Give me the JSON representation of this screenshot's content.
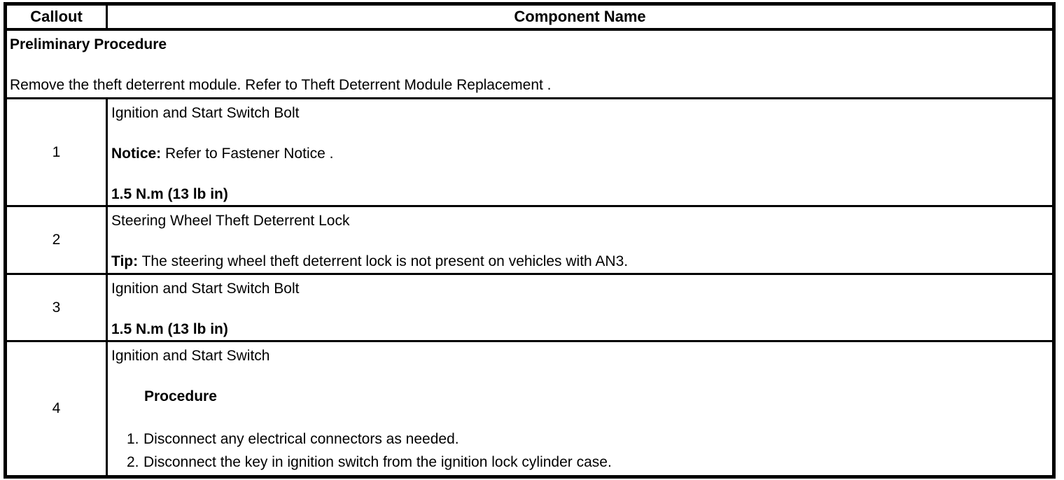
{
  "page": {
    "background_color": "#ffffff",
    "border_color": "#000000",
    "text_color": "#000000"
  },
  "table": {
    "header": {
      "callout_label": "Callout",
      "component_label": "Component Name"
    },
    "preliminary": {
      "title": "Preliminary Procedure",
      "body": "Remove the theft deterrent module. Refer to Theft Deterrent Module Replacement ."
    },
    "rows": [
      {
        "callout": "1",
        "component": "Ignition and Start Switch Bolt",
        "notice_label": "Notice:",
        "notice_text": " Refer to Fastener Notice .",
        "torque": "1.5 N.m (13 lb in)"
      },
      {
        "callout": "2",
        "component": "Steering Wheel Theft Deterrent Lock",
        "tip_label": "Tip:",
        "tip_text": " The steering wheel theft deterrent lock is not present on vehicles with AN3."
      },
      {
        "callout": "3",
        "component": "Ignition and Start Switch Bolt",
        "torque": "1.5 N.m (13 lb in)"
      },
      {
        "callout": "4",
        "component": "Ignition and Start Switch",
        "procedure_label": "Procedure",
        "steps": [
          {
            "number": "1.",
            "text": "Disconnect any electrical connectors as needed."
          },
          {
            "number": "2.",
            "text": "Disconnect the key in ignition switch from the ignition lock cylinder case."
          }
        ]
      }
    ]
  }
}
